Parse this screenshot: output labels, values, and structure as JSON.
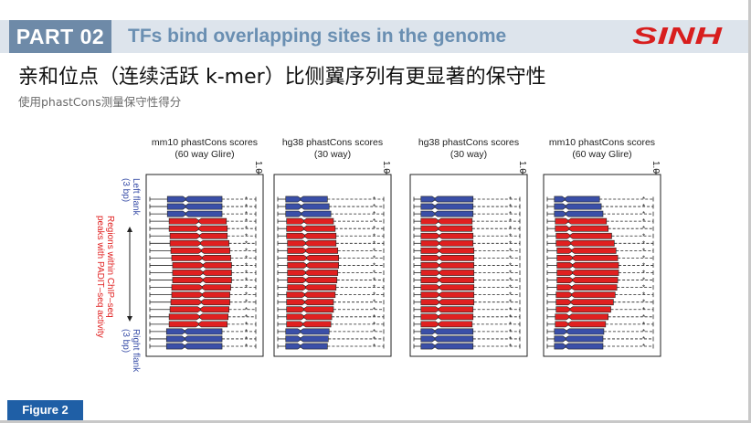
{
  "header": {
    "part_label": "PART 02",
    "section_title": "TFs bind overlapping sites in the genome",
    "logo_text": "SINH",
    "logo_color": "#d81e1e",
    "bar_color": "#dde4ec",
    "badge_color": "#6e8aa8"
  },
  "slide": {
    "title": "亲和位点（连续活跃 k-mer）比侧翼序列有更显著的保守性",
    "subtitle": "使用phastCons测量保守性得分"
  },
  "figure": {
    "label": "Figure 2",
    "left_flank_label": "Left flank\n(3 bp)",
    "right_flank_label": "Right flank\n(3 bp)",
    "regions_label": "Regions within ChIP–seq\npeaks with PADIT–seq activity",
    "flank_color": "#3a4fa8",
    "region_color": "#e02020",
    "tick_top": "1.0",
    "star_marker": "*"
  },
  "chart_data": [
    {
      "type": "boxplot",
      "title": "mm10 phastCons scores\n(60 way Glire)",
      "axis_max_label": "1.0",
      "ylim": [
        0,
        1
      ],
      "rows": [
        {
          "group": "left-flank",
          "q1": 0.16,
          "median": 0.37,
          "q3": 0.79,
          "star": true
        },
        {
          "group": "left-flank",
          "q1": 0.16,
          "median": 0.37,
          "q3": 0.79,
          "star": true
        },
        {
          "group": "left-flank",
          "q1": 0.16,
          "median": 0.37,
          "q3": 0.79,
          "star": true
        },
        {
          "group": "region",
          "q1": 0.18,
          "median": 0.52,
          "q3": 0.84,
          "star": true
        },
        {
          "group": "region",
          "q1": 0.18,
          "median": 0.52,
          "q3": 0.85,
          "star": true
        },
        {
          "group": "region",
          "q1": 0.19,
          "median": 0.53,
          "q3": 0.85,
          "star": true
        },
        {
          "group": "region",
          "q1": 0.19,
          "median": 0.54,
          "q3": 0.87,
          "star": true
        },
        {
          "group": "region",
          "q1": 0.2,
          "median": 0.55,
          "q3": 0.88,
          "star": true
        },
        {
          "group": "region",
          "q1": 0.21,
          "median": 0.56,
          "q3": 0.89,
          "star": true
        },
        {
          "group": "region",
          "q1": 0.22,
          "median": 0.57,
          "q3": 0.9,
          "star": true
        },
        {
          "group": "region",
          "q1": 0.22,
          "median": 0.57,
          "q3": 0.9,
          "star": true
        },
        {
          "group": "region",
          "q1": 0.22,
          "median": 0.57,
          "q3": 0.9,
          "star": true
        },
        {
          "group": "region",
          "q1": 0.21,
          "median": 0.56,
          "q3": 0.89,
          "star": true
        },
        {
          "group": "region",
          "q1": 0.21,
          "median": 0.56,
          "q3": 0.88,
          "star": true
        },
        {
          "group": "region",
          "q1": 0.2,
          "median": 0.55,
          "q3": 0.88,
          "star": true
        },
        {
          "group": "region",
          "q1": 0.19,
          "median": 0.54,
          "q3": 0.87,
          "star": true
        },
        {
          "group": "region",
          "q1": 0.18,
          "median": 0.53,
          "q3": 0.86,
          "star": true
        },
        {
          "group": "region",
          "q1": 0.18,
          "median": 0.52,
          "q3": 0.85,
          "star": true
        },
        {
          "group": "right-flank",
          "q1": 0.15,
          "median": 0.36,
          "q3": 0.79,
          "star": true
        },
        {
          "group": "right-flank",
          "q1": 0.15,
          "median": 0.36,
          "q3": 0.79,
          "star": true
        },
        {
          "group": "right-flank",
          "q1": 0.15,
          "median": 0.36,
          "q3": 0.79,
          "star": true
        }
      ]
    },
    {
      "type": "boxplot",
      "title": "hg38 phastCons scores\n(30 way)",
      "axis_max_label": "1.0",
      "ylim": [
        0,
        1
      ],
      "rows": [
        {
          "group": "left-flank",
          "q1": 0.05,
          "median": 0.22,
          "q3": 0.53,
          "star": true
        },
        {
          "group": "left-flank",
          "q1": 0.05,
          "median": 0.23,
          "q3": 0.55,
          "star": true
        },
        {
          "group": "left-flank",
          "q1": 0.05,
          "median": 0.23,
          "q3": 0.57,
          "star": true
        },
        {
          "group": "region",
          "q1": 0.06,
          "median": 0.26,
          "q3": 0.6,
          "star": true
        },
        {
          "group": "region",
          "q1": 0.06,
          "median": 0.26,
          "q3": 0.62,
          "star": true
        },
        {
          "group": "region",
          "q1": 0.06,
          "median": 0.27,
          "q3": 0.63,
          "star": true
        },
        {
          "group": "region",
          "q1": 0.07,
          "median": 0.28,
          "q3": 0.63,
          "star": true
        },
        {
          "group": "region",
          "q1": 0.07,
          "median": 0.28,
          "q3": 0.65,
          "star": true
        },
        {
          "group": "region",
          "q1": 0.07,
          "median": 0.29,
          "q3": 0.66,
          "star": true
        },
        {
          "group": "region",
          "q1": 0.07,
          "median": 0.29,
          "q3": 0.66,
          "star": true
        },
        {
          "group": "region",
          "q1": 0.07,
          "median": 0.28,
          "q3": 0.65,
          "star": true
        },
        {
          "group": "region",
          "q1": 0.07,
          "median": 0.28,
          "q3": 0.64,
          "star": true
        },
        {
          "group": "region",
          "q1": 0.07,
          "median": 0.28,
          "q3": 0.63,
          "star": true
        },
        {
          "group": "region",
          "q1": 0.06,
          "median": 0.27,
          "q3": 0.62,
          "star": true
        },
        {
          "group": "region",
          "q1": 0.06,
          "median": 0.27,
          "q3": 0.6,
          "star": true
        },
        {
          "group": "region",
          "q1": 0.06,
          "median": 0.26,
          "q3": 0.6,
          "star": true
        },
        {
          "group": "region",
          "q1": 0.06,
          "median": 0.26,
          "q3": 0.58,
          "star": true
        },
        {
          "group": "region",
          "q1": 0.06,
          "median": 0.25,
          "q3": 0.57,
          "star": true
        },
        {
          "group": "right-flank",
          "q1": 0.05,
          "median": 0.22,
          "q3": 0.55,
          "star": true
        },
        {
          "group": "right-flank",
          "q1": 0.05,
          "median": 0.22,
          "q3": 0.54,
          "star": true
        },
        {
          "group": "right-flank",
          "q1": 0.05,
          "median": 0.22,
          "q3": 0.53,
          "star": true
        }
      ]
    },
    {
      "type": "boxplot",
      "title": "hg38 phastCons scores\n(30 way)",
      "axis_max_label": "1.0",
      "ylim": [
        0,
        1
      ],
      "rows": [
        {
          "group": "left-flank",
          "q1": 0.04,
          "median": 0.2,
          "q3": 0.64,
          "star": true
        },
        {
          "group": "left-flank",
          "q1": 0.04,
          "median": 0.2,
          "q3": 0.64,
          "star": true
        },
        {
          "group": "left-flank",
          "q1": 0.04,
          "median": 0.2,
          "q3": 0.64,
          "star": true
        },
        {
          "group": "region",
          "q1": 0.04,
          "median": 0.24,
          "q3": 0.63,
          "star": true
        },
        {
          "group": "region",
          "q1": 0.04,
          "median": 0.24,
          "q3": 0.63,
          "star": true
        },
        {
          "group": "region",
          "q1": 0.04,
          "median": 0.25,
          "q3": 0.64,
          "star": true
        },
        {
          "group": "region",
          "q1": 0.04,
          "median": 0.25,
          "q3": 0.64,
          "star": true
        },
        {
          "group": "region",
          "q1": 0.04,
          "median": 0.25,
          "q3": 0.65,
          "star": true
        },
        {
          "group": "region",
          "q1": 0.04,
          "median": 0.25,
          "q3": 0.65,
          "star": true
        },
        {
          "group": "region",
          "q1": 0.04,
          "median": 0.25,
          "q3": 0.65,
          "star": true
        },
        {
          "group": "region",
          "q1": 0.04,
          "median": 0.25,
          "q3": 0.65,
          "star": true
        },
        {
          "group": "region",
          "q1": 0.04,
          "median": 0.25,
          "q3": 0.65,
          "star": true
        },
        {
          "group": "region",
          "q1": 0.04,
          "median": 0.25,
          "q3": 0.65,
          "star": true
        },
        {
          "group": "region",
          "q1": 0.04,
          "median": 0.25,
          "q3": 0.65,
          "star": true
        },
        {
          "group": "region",
          "q1": 0.04,
          "median": 0.25,
          "q3": 0.65,
          "star": true
        },
        {
          "group": "region",
          "q1": 0.04,
          "median": 0.24,
          "q3": 0.64,
          "star": true
        },
        {
          "group": "region",
          "q1": 0.04,
          "median": 0.24,
          "q3": 0.64,
          "star": true
        },
        {
          "group": "region",
          "q1": 0.04,
          "median": 0.24,
          "q3": 0.63,
          "star": true
        },
        {
          "group": "right-flank",
          "q1": 0.04,
          "median": 0.2,
          "q3": 0.64,
          "star": true
        },
        {
          "group": "right-flank",
          "q1": 0.04,
          "median": 0.2,
          "q3": 0.64,
          "star": true
        },
        {
          "group": "right-flank",
          "q1": 0.04,
          "median": 0.2,
          "q3": 0.64,
          "star": true
        }
      ]
    },
    {
      "type": "boxplot",
      "title": "mm10 phastCons scores\n(60 way Glire)",
      "axis_max_label": "1.0",
      "ylim": [
        0,
        1
      ],
      "rows": [
        {
          "group": "left-flank",
          "q1": 0.04,
          "median": 0.16,
          "q3": 0.56,
          "star": true
        },
        {
          "group": "left-flank",
          "q1": 0.04,
          "median": 0.17,
          "q3": 0.58,
          "star": true
        },
        {
          "group": "left-flank",
          "q1": 0.04,
          "median": 0.17,
          "q3": 0.6,
          "star": true
        },
        {
          "group": "region",
          "q1": 0.05,
          "median": 0.2,
          "q3": 0.64,
          "star": true
        },
        {
          "group": "region",
          "q1": 0.05,
          "median": 0.21,
          "q3": 0.66,
          "star": true
        },
        {
          "group": "region",
          "q1": 0.06,
          "median": 0.22,
          "q3": 0.7,
          "star": true
        },
        {
          "group": "region",
          "q1": 0.06,
          "median": 0.23,
          "q3": 0.73,
          "star": true
        },
        {
          "group": "region",
          "q1": 0.07,
          "median": 0.24,
          "q3": 0.75,
          "star": true
        },
        {
          "group": "region",
          "q1": 0.07,
          "median": 0.25,
          "q3": 0.77,
          "star": true
        },
        {
          "group": "region",
          "q1": 0.07,
          "median": 0.25,
          "q3": 0.78,
          "star": true
        },
        {
          "group": "region",
          "q1": 0.07,
          "median": 0.25,
          "q3": 0.78,
          "star": true
        },
        {
          "group": "region",
          "q1": 0.07,
          "median": 0.25,
          "q3": 0.77,
          "star": true
        },
        {
          "group": "region",
          "q1": 0.07,
          "median": 0.24,
          "q3": 0.76,
          "star": true
        },
        {
          "group": "region",
          "q1": 0.06,
          "median": 0.24,
          "q3": 0.74,
          "star": true
        },
        {
          "group": "region",
          "q1": 0.06,
          "median": 0.23,
          "q3": 0.72,
          "star": true
        },
        {
          "group": "region",
          "q1": 0.06,
          "median": 0.22,
          "q3": 0.69,
          "star": true
        },
        {
          "group": "region",
          "q1": 0.05,
          "median": 0.21,
          "q3": 0.66,
          "star": true
        },
        {
          "group": "region",
          "q1": 0.05,
          "median": 0.2,
          "q3": 0.63,
          "star": true
        },
        {
          "group": "right-flank",
          "q1": 0.04,
          "median": 0.18,
          "q3": 0.61,
          "star": true
        },
        {
          "group": "right-flank",
          "q1": 0.04,
          "median": 0.17,
          "q3": 0.6,
          "star": true
        },
        {
          "group": "right-flank",
          "q1": 0.04,
          "median": 0.17,
          "q3": 0.6,
          "star": true
        }
      ]
    }
  ]
}
